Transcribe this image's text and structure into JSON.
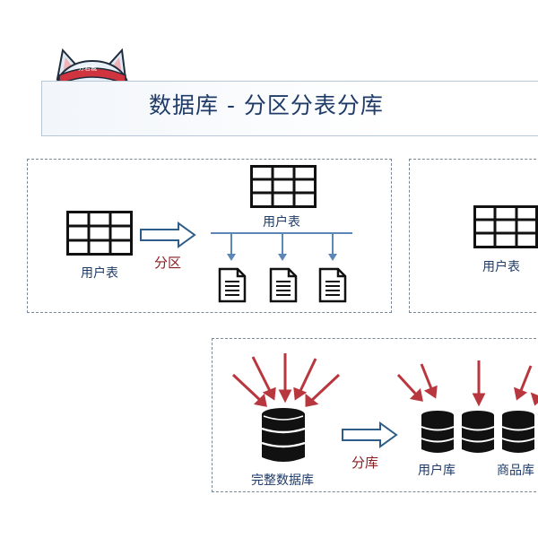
{
  "mascot": {
    "headband_text": "分若裁"
  },
  "title": "数据库 - 分区分表分库",
  "partition_panel": {
    "source_table_label": "用户表",
    "arrow_label": "分区",
    "target_table_label": "用户表"
  },
  "right_panel": {
    "table_label": "用户表"
  },
  "db_panel": {
    "source_db_label": "完整数据库",
    "arrow_label": "分库",
    "user_db_label": "用户库",
    "goods_db_label": "商品库"
  },
  "colors": {
    "title": "#1f3b68",
    "label": "#1f3b68",
    "arrow_label": "#8a1d22",
    "request_arrow": "#b8373f",
    "split_arrow": "#2f5d8a",
    "dashed_border": "#7a8797"
  }
}
